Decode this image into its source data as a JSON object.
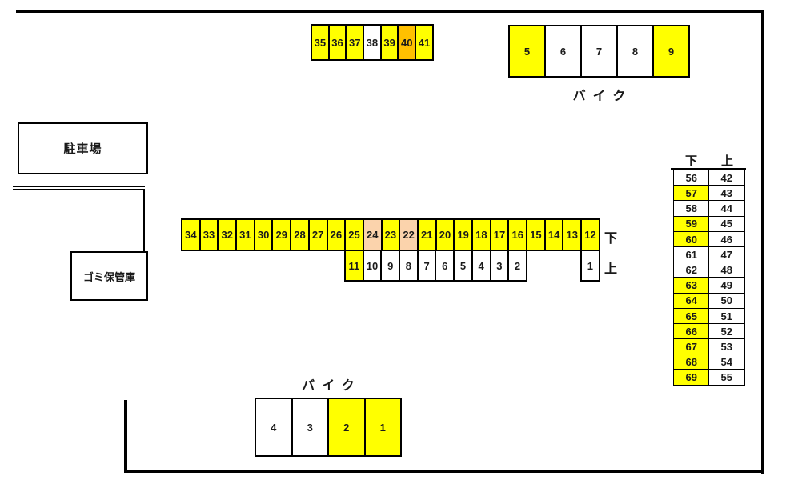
{
  "colors": {
    "yellow": "#FFFF00",
    "orange": "#FFC000",
    "peach": "#FBD3AC",
    "white": "#FFFFFF",
    "line": "#000000"
  },
  "labels": {
    "parking_lot": "駐車場",
    "garbage_storage": "ゴミ保管庫",
    "bike_top": "バイク",
    "bike_bottom": "バイク",
    "mid_down": "下",
    "mid_up": "上"
  },
  "strips": {
    "top": [
      {
        "n": "35",
        "c": "yellow"
      },
      {
        "n": "36",
        "c": "yellow"
      },
      {
        "n": "37",
        "c": "yellow"
      },
      {
        "n": "38",
        "c": "white"
      },
      {
        "n": "39",
        "c": "yellow"
      },
      {
        "n": "40",
        "c": "orange"
      },
      {
        "n": "41",
        "c": "yellow"
      }
    ],
    "bike_top": [
      {
        "n": "5",
        "c": "yellow"
      },
      {
        "n": "6",
        "c": "white"
      },
      {
        "n": "7",
        "c": "white"
      },
      {
        "n": "8",
        "c": "white"
      },
      {
        "n": "9",
        "c": "yellow"
      }
    ],
    "middle_upper": [
      {
        "n": "34",
        "c": "yellow"
      },
      {
        "n": "33",
        "c": "yellow"
      },
      {
        "n": "32",
        "c": "yellow"
      },
      {
        "n": "31",
        "c": "yellow"
      },
      {
        "n": "30",
        "c": "yellow"
      },
      {
        "n": "29",
        "c": "yellow"
      },
      {
        "n": "28",
        "c": "yellow"
      },
      {
        "n": "27",
        "c": "yellow"
      },
      {
        "n": "26",
        "c": "yellow"
      },
      {
        "n": "25",
        "c": "yellow"
      },
      {
        "n": "24",
        "c": "peach"
      },
      {
        "n": "23",
        "c": "yellow"
      },
      {
        "n": "22",
        "c": "peach"
      },
      {
        "n": "21",
        "c": "yellow"
      },
      {
        "n": "20",
        "c": "yellow"
      },
      {
        "n": "19",
        "c": "yellow"
      },
      {
        "n": "18",
        "c": "yellow"
      },
      {
        "n": "17",
        "c": "yellow"
      },
      {
        "n": "16",
        "c": "yellow"
      },
      {
        "n": "15",
        "c": "yellow"
      },
      {
        "n": "14",
        "c": "yellow"
      },
      {
        "n": "13",
        "c": "yellow"
      },
      {
        "n": "12",
        "c": "yellow"
      }
    ],
    "middle_lower": [
      {
        "n": "11",
        "c": "yellow"
      },
      {
        "n": "10",
        "c": "white"
      },
      {
        "n": "9",
        "c": "white"
      },
      {
        "n": "8",
        "c": "white"
      },
      {
        "n": "7",
        "c": "white"
      },
      {
        "n": "6",
        "c": "white"
      },
      {
        "n": "5",
        "c": "white"
      },
      {
        "n": "4",
        "c": "white"
      },
      {
        "n": "3",
        "c": "white"
      },
      {
        "n": "2",
        "c": "white"
      }
    ],
    "middle_single": {
      "n": "1",
      "c": "white"
    },
    "bike_bottom": [
      {
        "n": "4",
        "c": "white"
      },
      {
        "n": "3",
        "c": "white"
      },
      {
        "n": "2",
        "c": "yellow"
      },
      {
        "n": "1",
        "c": "yellow"
      }
    ]
  },
  "right_table": {
    "headers": {
      "down": "下",
      "up": "上"
    },
    "rows": [
      {
        "down": "56",
        "dc": "white",
        "up": "42",
        "uc": "white"
      },
      {
        "down": "57",
        "dc": "yellow",
        "up": "43",
        "uc": "white"
      },
      {
        "down": "58",
        "dc": "white",
        "up": "44",
        "uc": "white"
      },
      {
        "down": "59",
        "dc": "yellow",
        "up": "45",
        "uc": "white"
      },
      {
        "down": "60",
        "dc": "yellow",
        "up": "46",
        "uc": "white"
      },
      {
        "down": "61",
        "dc": "white",
        "up": "47",
        "uc": "white"
      },
      {
        "down": "62",
        "dc": "white",
        "up": "48",
        "uc": "white"
      },
      {
        "down": "63",
        "dc": "yellow",
        "up": "49",
        "uc": "white"
      },
      {
        "down": "64",
        "dc": "yellow",
        "up": "50",
        "uc": "white"
      },
      {
        "down": "65",
        "dc": "yellow",
        "up": "51",
        "uc": "white"
      },
      {
        "down": "66",
        "dc": "yellow",
        "up": "52",
        "uc": "white"
      },
      {
        "down": "67",
        "dc": "yellow",
        "up": "53",
        "uc": "white"
      },
      {
        "down": "68",
        "dc": "yellow",
        "up": "54",
        "uc": "white"
      },
      {
        "down": "69",
        "dc": "yellow",
        "up": "55",
        "uc": "white"
      }
    ]
  }
}
